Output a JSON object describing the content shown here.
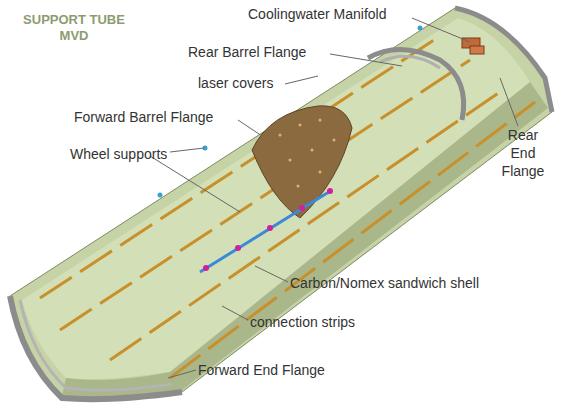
{
  "diagram": {
    "title": "SUPPORT TUBE MVD",
    "labels": [
      "Coolingwater Manifold",
      "Rear Barrel Flange",
      "laser covers",
      "Forward Barrel Flange",
      "Wheel supports",
      "Rear End Flange",
      "Carbon/Nomex sandwich shell",
      "connection strips",
      "Forward End Flange"
    ]
  }
}
